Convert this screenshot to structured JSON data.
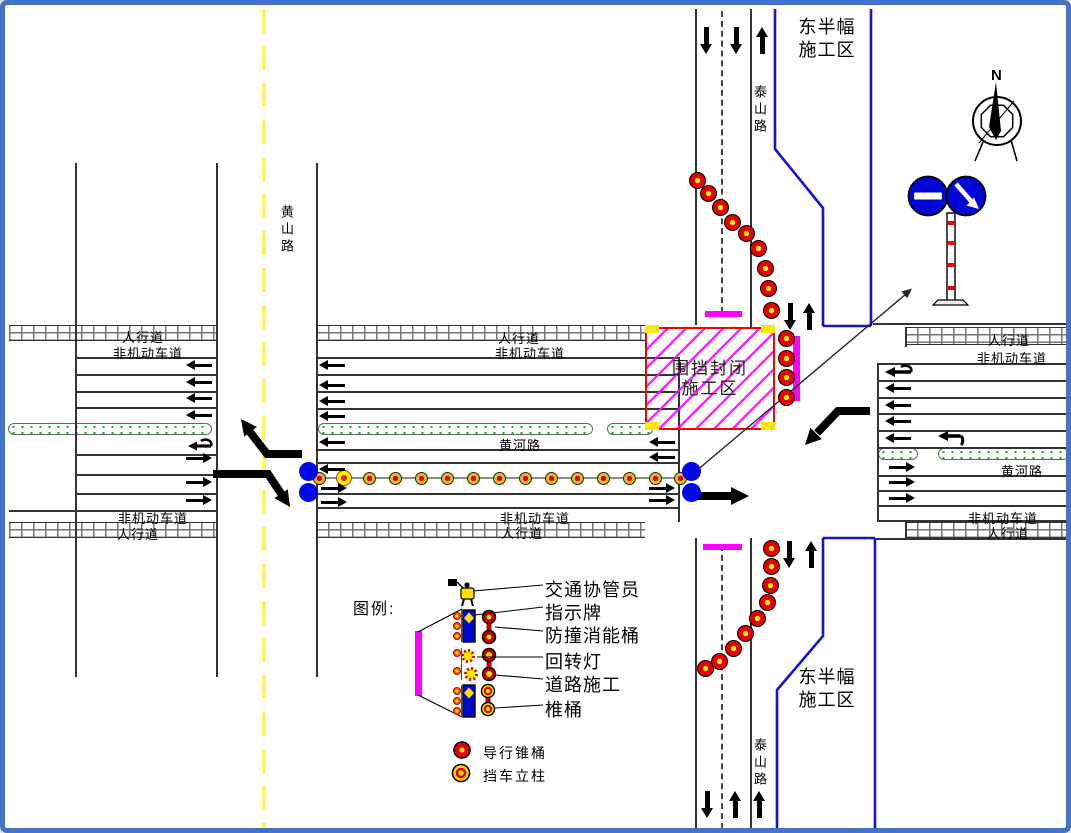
{
  "roads": {
    "huangshan": "黄山路",
    "taishan": "泰山路",
    "huanghe": "黄河路",
    "sidewalk": "人行道",
    "non_motorized": "非机动车道"
  },
  "zones": {
    "closed_line1": "围挡封闭",
    "closed_line2": "施工区",
    "east_line1": "东半幅",
    "east_line2": "施工区"
  },
  "compass": {
    "north": "N"
  },
  "legend": {
    "title": "图例:",
    "items": [
      "交通协管员",
      "指示牌",
      "防撞消能桶",
      "回转灯",
      "道路施工",
      "椎桶"
    ],
    "bottom": [
      "导行锥桶",
      "挡车立柱"
    ]
  },
  "colors": {
    "frame_blue": "#4472C4",
    "zone_boundary_blue": "#1515CC",
    "construction_red": "#FF0000",
    "hatch_magenta": "#FF00FF",
    "cone_red": "#E60000",
    "cone_center_yellow": "#FFE800",
    "median_green": "#00C000",
    "center_line_yellow": "#FFF263",
    "sign_blue": "#0008D8"
  }
}
